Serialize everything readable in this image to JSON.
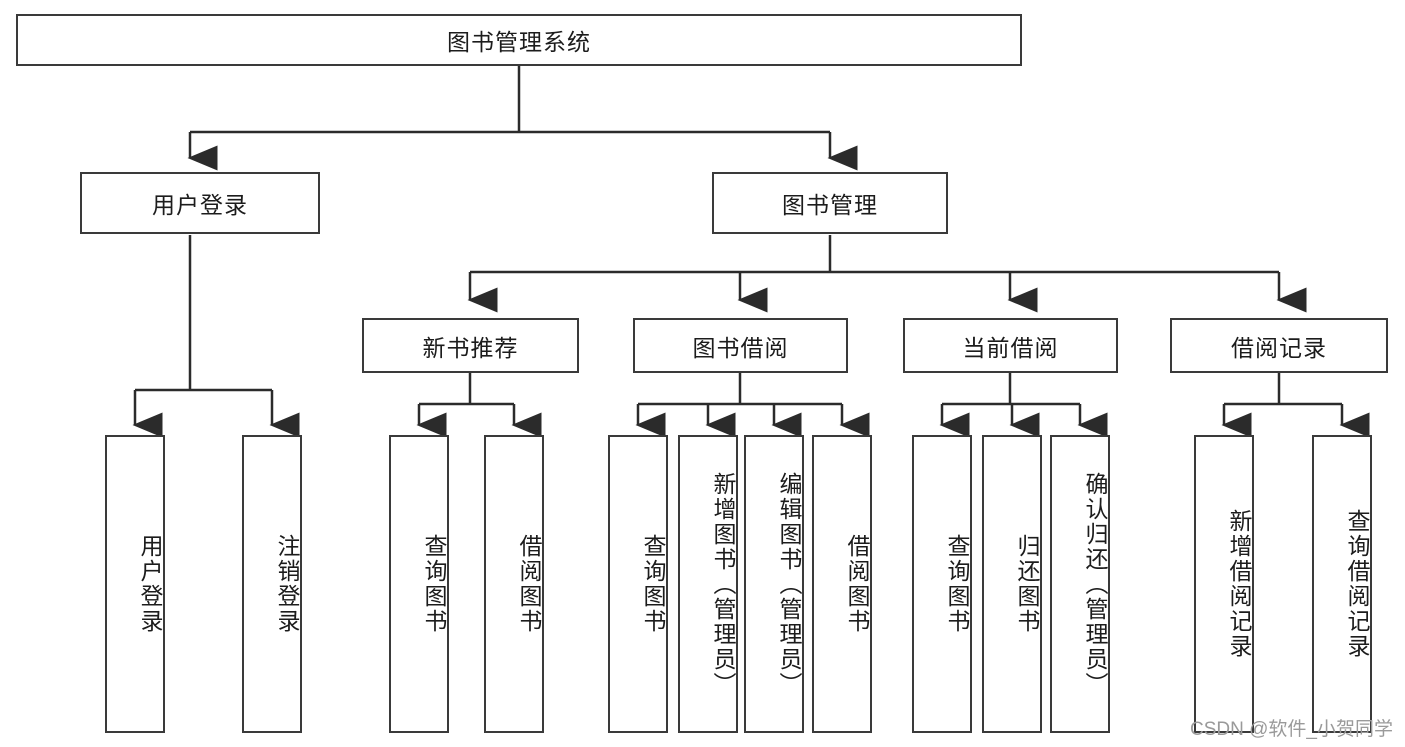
{
  "diagram": {
    "title": "图书管理系统",
    "type": "hierarchy-tree",
    "root": {
      "label": "图书管理系统",
      "name": "node-root-system"
    },
    "level2": [
      {
        "label": "用户登录",
        "name": "node-user-login"
      },
      {
        "label": "图书管理",
        "name": "node-book-management"
      }
    ],
    "level3": [
      {
        "label": "新书推荐",
        "name": "node-new-book-recommend"
      },
      {
        "label": "图书借阅",
        "name": "node-book-borrow"
      },
      {
        "label": "当前借阅",
        "name": "node-current-borrow"
      },
      {
        "label": "借阅记录",
        "name": "node-borrow-record"
      }
    ],
    "leaves": {
      "user_login": [
        {
          "label": "用户登录",
          "name": "leaf-user-login"
        },
        {
          "label": "注销登录",
          "name": "leaf-logout"
        }
      ],
      "new_book_recommend": [
        {
          "label": "查询图书",
          "name": "leaf-query-book-1"
        },
        {
          "label": "借阅图书",
          "name": "leaf-borrow-book-1"
        }
      ],
      "book_borrow": [
        {
          "label": "查询图书",
          "name": "leaf-query-book-2"
        },
        {
          "label": "新增图书（管理员）",
          "name": "leaf-add-book-admin"
        },
        {
          "label": "编辑图书（管理员）",
          "name": "leaf-edit-book-admin"
        },
        {
          "label": "借阅图书",
          "name": "leaf-borrow-book-2"
        }
      ],
      "current_borrow": [
        {
          "label": "查询图书",
          "name": "leaf-query-book-3"
        },
        {
          "label": "归还图书",
          "name": "leaf-return-book"
        },
        {
          "label": "确认归还（管理员）",
          "name": "leaf-confirm-return-admin"
        }
      ],
      "borrow_record": [
        {
          "label": "新增借阅记录",
          "name": "leaf-add-borrow-record"
        },
        {
          "label": "查询借阅记录",
          "name": "leaf-query-borrow-record"
        }
      ]
    }
  },
  "watermark": {
    "text": "CSDN @软件_小贺同学"
  },
  "colors": {
    "border": "#3a3a3a",
    "background": "#ffffff",
    "text": "#1c1c1c",
    "watermark": "#9a9a9a"
  }
}
